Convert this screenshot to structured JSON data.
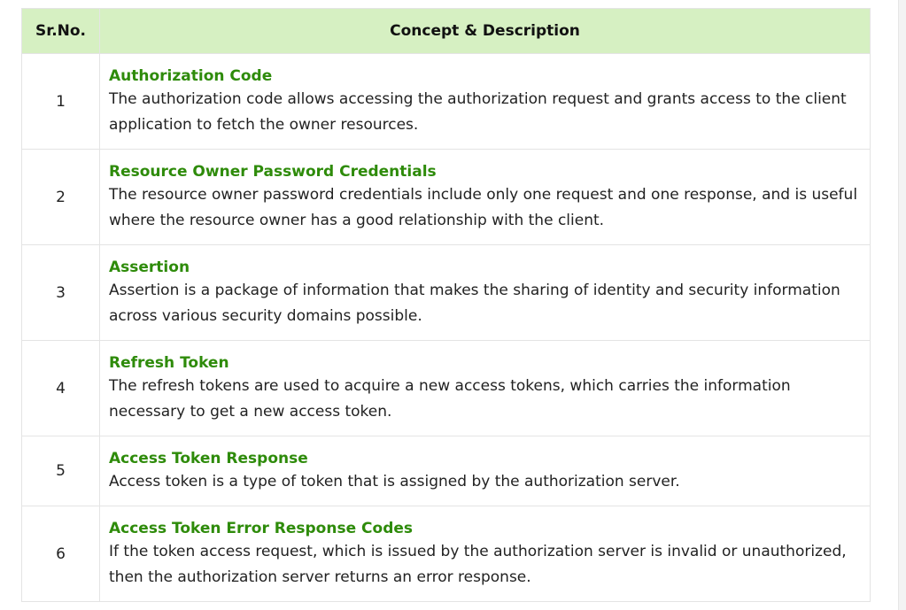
{
  "table": {
    "headers": [
      "Sr.No.",
      "Concept & Description"
    ],
    "rows": [
      {
        "no": "1",
        "title": "Authorization Code",
        "text": "The authorization code allows accessing the authorization request and grants access to the client application to fetch the owner resources."
      },
      {
        "no": "2",
        "title": "Resource Owner Password Credentials",
        "text": "The resource owner password credentials include only one request and one response, and is useful where the resource owner has a good relationship with the client."
      },
      {
        "no": "3",
        "title": "Assertion",
        "text": "Assertion is a package of information that makes the sharing of identity and security information across various security domains possible."
      },
      {
        "no": "4",
        "title": "Refresh Token",
        "text": "The refresh tokens are used to acquire a new access tokens, which carries the information necessary to get a new access token."
      },
      {
        "no": "5",
        "title": "Access Token Response",
        "text": "Access token is a type of token that is assigned by the authorization server."
      },
      {
        "no": "6",
        "title": "Access Token Error Response Codes",
        "text": "If the token access request, which is issued by the authorization server is invalid or unauthorized, then the authorization server returns an error response."
      }
    ]
  },
  "colors": {
    "header_bg": "#d6f0c2",
    "title_green": "#2e8b0a",
    "border": "#e4e4e4"
  }
}
